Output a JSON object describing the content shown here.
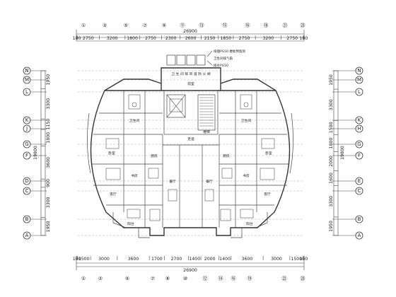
{
  "plan": {
    "top_axes": [
      "①",
      "③",
      "⑤",
      "⑦",
      "⑨",
      "⑪",
      "⑬",
      "⑮",
      "⑯",
      "⑱",
      "㉑",
      "㉓"
    ],
    "top_dims": [
      "100",
      "2750",
      "3200",
      "1800",
      "2750",
      "2300",
      "2600",
      "2150",
      "1850",
      "2750",
      "3200",
      "2750",
      "100"
    ],
    "top_total": "26900",
    "bottom_axes": [
      "①",
      "②",
      "⑤",
      "⑦",
      "⑧",
      "⑩",
      "⑫",
      "⑭",
      "⑯",
      "⑲",
      "㉒",
      "㉓"
    ],
    "bottom_dims": [
      "100",
      "1500",
      "3000",
      "3600",
      "1700",
      "2700",
      "1400",
      "2000",
      "1400",
      "3600",
      "3000",
      "1500",
      "100"
    ],
    "bottom_total": "26900",
    "left_axes": [
      "N",
      "M",
      "L",
      "K",
      "J",
      "G",
      "F",
      "D",
      "C",
      "B",
      "A"
    ],
    "right_axes": [
      "N",
      "M",
      "L",
      "K",
      "H",
      "G",
      "F",
      "E",
      "C",
      "B",
      "A"
    ],
    "left_dims": [
      "1950",
      "3300",
      "1150",
      "1800",
      "3600",
      "900",
      "3300",
      "1950"
    ],
    "left_total": "19800",
    "right_dims": [
      "1950",
      "3300",
      "1500",
      "1800",
      "2000",
      "1600",
      "3300",
      "1950"
    ],
    "right_total": "19800",
    "notes": {
      "riser_a": "排烟PG50 楼板预留洞",
      "riser_b": "排水PG50",
      "riser_c": "卫生间排气扇",
      "top_label": "卫 生 间 排 风 道 防 火 阀",
      "core_label": "前室",
      "stair": "楼梯"
    },
    "rooms": {
      "bed": "卧室",
      "living": "客厅",
      "kitchen": "厨房",
      "wc": "卫生间",
      "balcony": "阳台",
      "study": "书房",
      "dining": "餐厅",
      "hall": "走道"
    }
  }
}
